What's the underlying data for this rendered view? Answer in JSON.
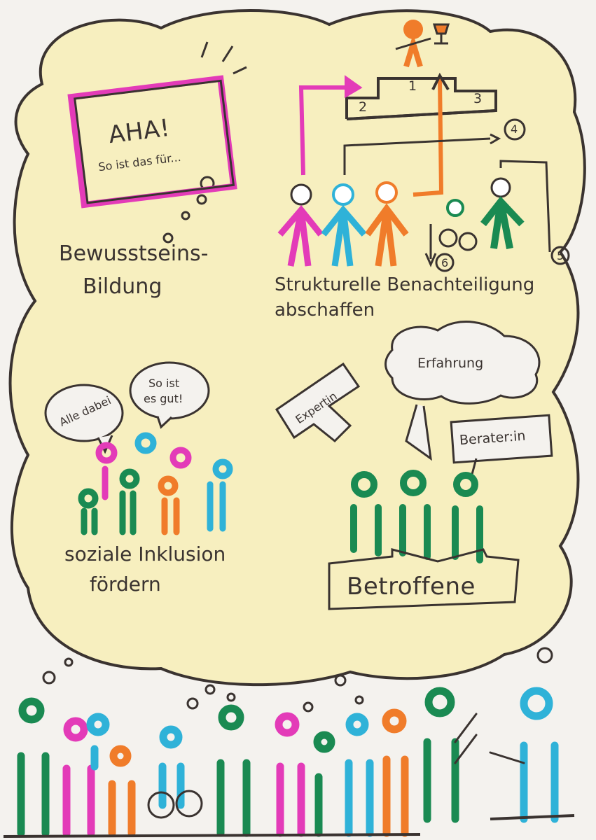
{
  "colors": {
    "ink": "#3a3330",
    "magenta": "#e33bb8",
    "cyan": "#2fb2d8",
    "orange": "#f07c2a",
    "green": "#1a8a52",
    "yellow": "#f6edb0",
    "paper": "#f4f2ee"
  },
  "aha": {
    "title": "AHA!",
    "sub": "So ist das für..."
  },
  "sections": {
    "awareness": {
      "line1": "Bewusstseins-",
      "line2": "Bildung"
    },
    "structural": {
      "line1": "Strukturelle Benachteiligung",
      "line2": "abschaffen"
    },
    "inclusion": {
      "line1": "soziale Inklusion",
      "line2": "fördern"
    },
    "affected": {
      "label": "Betroffene"
    }
  },
  "podium": {
    "first": "1",
    "second": "2",
    "third": "3",
    "fourth": "4",
    "fifth": "5",
    "sixth": "6"
  },
  "bubbles": {
    "left": "Alle dabei",
    "right_line1": "So ist",
    "right_line2": "es gut!"
  },
  "roles": {
    "expert": "Expertin",
    "experience": "Erfahrung",
    "advisor": "Berater:in"
  }
}
